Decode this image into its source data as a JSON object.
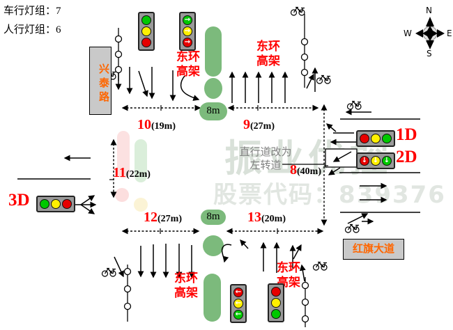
{
  "title_info": {
    "vehicle_groups": "车行灯组：7",
    "pedestrian_groups": "人行灯组：6"
  },
  "compass": {
    "n": "N",
    "e": "E",
    "s": "S",
    "w": "W"
  },
  "roads": {
    "west_road": "兴泰路",
    "east_road": "红旗大道"
  },
  "elevated": {
    "north_left": {
      "line1": "东环",
      "line2": "高架"
    },
    "north_right": {
      "line1": "东环",
      "line2": "高架"
    },
    "south_left": {
      "line1": "东环",
      "line2": "高架"
    },
    "south_right": {
      "line1": "东环",
      "line2": "高架"
    }
  },
  "measurements": {
    "m10": {
      "num": "10",
      "len": "(19m)"
    },
    "m9": {
      "num": "9",
      "len": "(27m)"
    },
    "m11": {
      "num": "11",
      "len": "(22m)"
    },
    "m8": {
      "num": "8",
      "len": "(40m)"
    },
    "m12": {
      "num": "12",
      "len": "(27m)"
    },
    "m13": {
      "num": "13",
      "len": "(20m)"
    }
  },
  "islands": {
    "top_width": "8m",
    "bottom_width": "8m"
  },
  "note": {
    "line1": "直行道改为",
    "line2": "左转道"
  },
  "signal_labels": {
    "d1": "1D",
    "d2": "2D",
    "d3": "3D"
  },
  "watermark": {
    "brand": "振业优控",
    "stock": "股票代码：839376"
  },
  "icons": {
    "left_arrow": "←",
    "right_arrow": "→",
    "down_arrow": "↓"
  },
  "colors": {
    "signal_green": "#00C800",
    "signal_yellow": "#FFF000",
    "signal_red": "#E60000",
    "island_green": "#7CBA7C",
    "label_red": "#FF0000",
    "road_name_orange": "#FF6600",
    "road_box_gray": "#C9C9C9"
  }
}
